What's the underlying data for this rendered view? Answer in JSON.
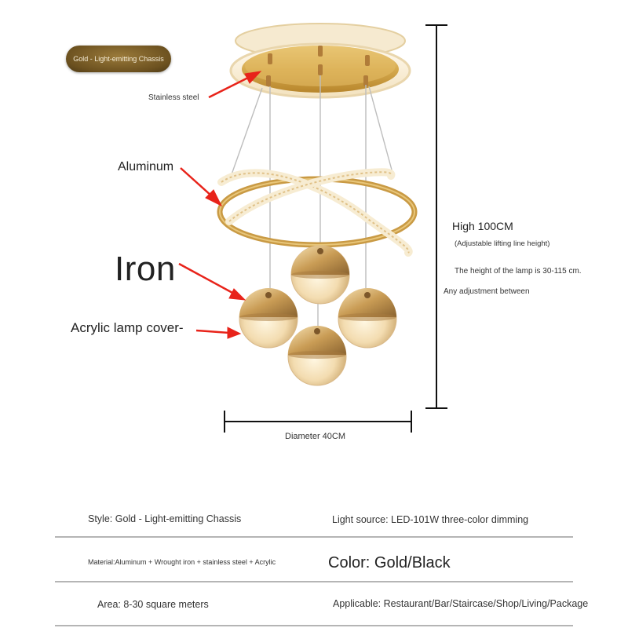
{
  "badge": {
    "text": "Gold - Light-emitting Chassis"
  },
  "labels": {
    "stainless": "Stainless steel",
    "aluminum": "Aluminum",
    "iron": "Iron",
    "acrylic": "Acrylic lamp cover-"
  },
  "dimensions": {
    "height": "High 100CM",
    "adjustable": "(Adjustable lifting line height)",
    "range": "The height of the lamp is 30-115 cm.",
    "any": "Any adjustment between",
    "diameter": "Diameter 40CM"
  },
  "specs": {
    "style": "Style: Gold - Light-emitting Chassis",
    "light_source": "Light source: LED-101W three-color dimming",
    "material": "Material:Aluminum + Wrought iron + stainless steel + Acrylic",
    "color": "Color: Gold/Black",
    "area": "Area: 8-30 square meters",
    "applicable": "Applicable: Restaurant/Bar/Staircase/Shop/Living/Package"
  },
  "colors": {
    "gold": "#c9a04a",
    "arrow": "#e8231a",
    "rule": "#b5b5b5"
  }
}
